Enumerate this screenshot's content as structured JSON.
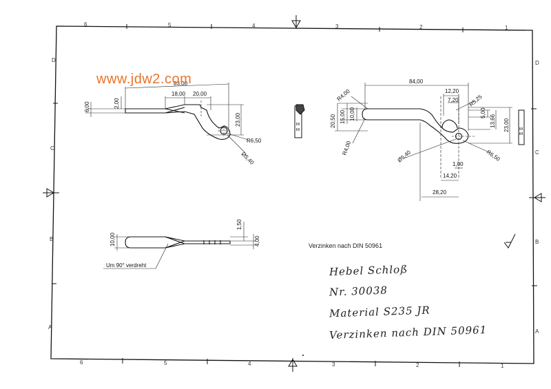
{
  "watermark": "www.jdw2.com",
  "grid": {
    "columns_top": [
      "6",
      "5",
      "4",
      "3",
      "2",
      "1"
    ],
    "columns_bottom": [
      "6",
      "5",
      "4",
      "3",
      "2",
      "1"
    ],
    "rows_left": [
      "D",
      "C",
      "B",
      "A"
    ],
    "rows_right": [
      "D",
      "C",
      "B",
      "A"
    ]
  },
  "view_side": {
    "dims": [
      "83,00",
      "18,00",
      "20,00",
      "6,00",
      "2,00",
      "23,00",
      "R6,50",
      "Ø5,40"
    ]
  },
  "view_front": {
    "dims": [
      "84,00",
      "12,20",
      "7,20",
      "R5,25",
      "R4,00",
      "20,50",
      "15,00",
      "10,00",
      "5,00",
      "13,66",
      "23,00",
      "R4,00",
      "Ø5,40",
      "R6,50",
      "1,00",
      "14,20",
      "28,20"
    ]
  },
  "view_bottom": {
    "dims": [
      "1,50",
      "10,00",
      "4,00"
    ],
    "twist_note": "Um 90° verdreht"
  },
  "coating_note": "Verzinken nach DIN 50961",
  "title_block": {
    "name": "Hebel Schloß",
    "number": "Nr. 30038",
    "material": "Material S235 JR",
    "finish": "Verzinken nach DIN 50961"
  }
}
